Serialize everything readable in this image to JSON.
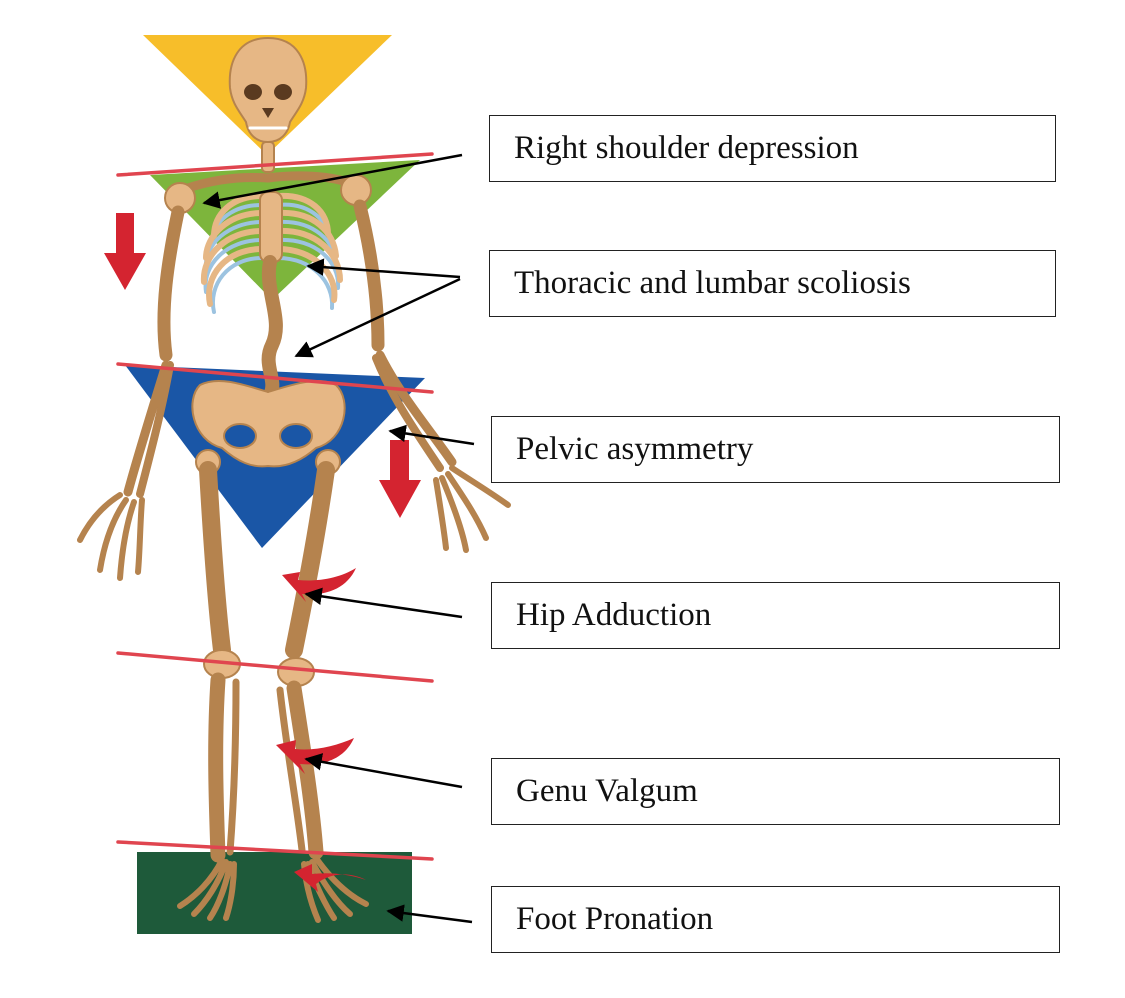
{
  "labels": {
    "shoulder": "Right shoulder depression",
    "scoliosis": "Thoracic and lumbar scoliosis",
    "pelvic": "Pelvic asymmetry",
    "hip": "Hip Adduction",
    "genu": "Genu Valgum",
    "foot": "Foot Pronation"
  },
  "colors": {
    "head_triangle": "#F7BE2A",
    "thorax_triangle": "#7DB53C",
    "pelvis_triangle": "#1A56A6",
    "foot_base": "#1E5A3A",
    "alignment_line": "#E0454F",
    "arrow": "#D42430",
    "bone": "#E6B785",
    "bone_outline": "#B5834E",
    "cartilage": "#9CC3E0"
  }
}
